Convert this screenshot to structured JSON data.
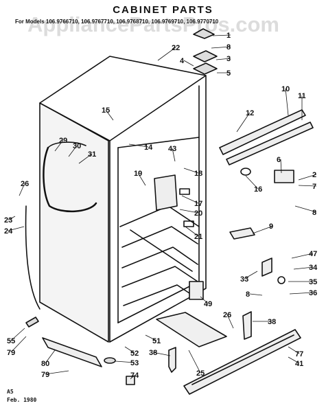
{
  "title": "CABINET PARTS",
  "subtitle": "For Models 106.9766710, 106.9767710, 106.9768710, 106.9769710, 106.9770710",
  "watermark": "AppliancePartsPros.com",
  "footer": {
    "code": "A5",
    "date": "Feb. 1980"
  },
  "callouts": [
    "1",
    "8",
    "3",
    "4",
    "5",
    "22",
    "10",
    "11",
    "15",
    "12",
    "29",
    "30",
    "31",
    "14",
    "43",
    "18",
    "19",
    "6",
    "2",
    "7",
    "8",
    "16",
    "26",
    "17",
    "20",
    "23",
    "24",
    "9",
    "21",
    "47",
    "34",
    "33",
    "35",
    "36",
    "8",
    "49",
    "77",
    "41",
    "26",
    "38",
    "51",
    "55",
    "79",
    "52",
    "53",
    "38",
    "74",
    "80",
    "79",
    "25"
  ]
}
